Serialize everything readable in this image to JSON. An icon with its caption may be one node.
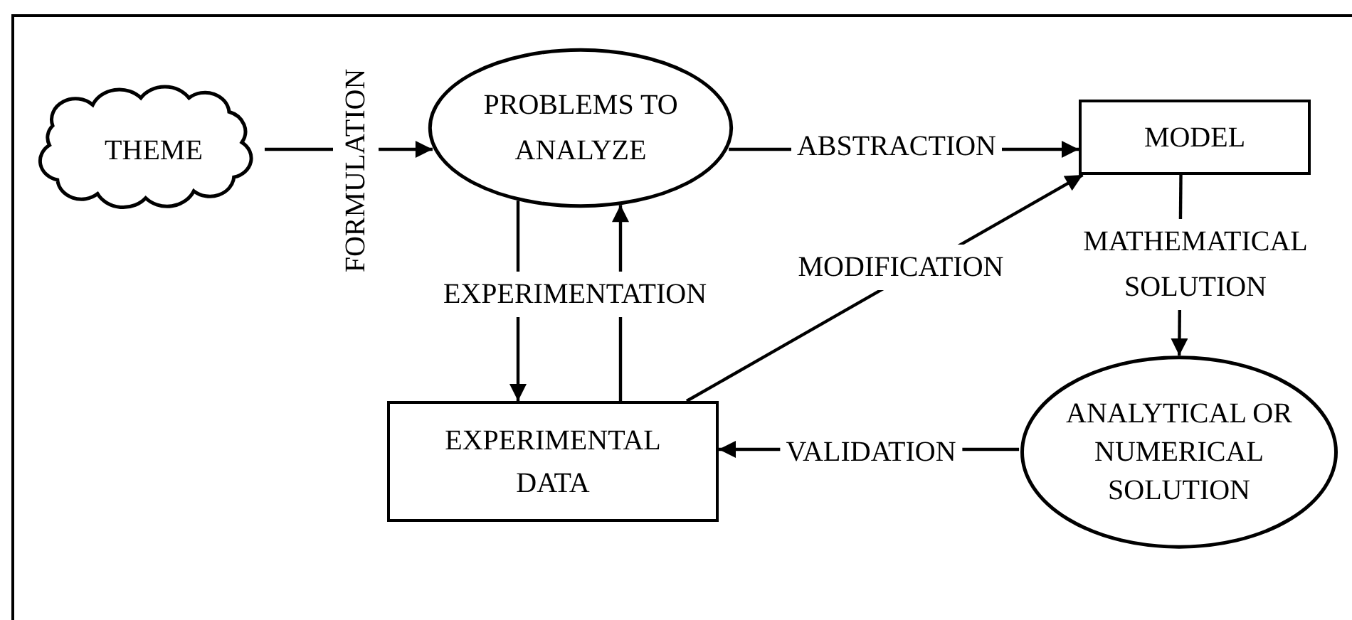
{
  "diagram": {
    "nodes": [
      {
        "text": [
          "THEME"
        ]
      },
      {
        "text": [
          "PROBLEMS TO ANALYZE"
        ]
      },
      {
        "text": [
          "MODEL"
        ]
      },
      {
        "text": [
          "EXPERIMENTAL DATA"
        ]
      },
      {
        "text": [
          "ANALYTICAL OR NUMERICAL SOLUTION"
        ]
      }
    ],
    "edges": [
      {
        "from": 0,
        "to": 1,
        "arrow": "to",
        "label": "FORMULATION"
      },
      {
        "from": 1,
        "to": 2,
        "arrow": "to",
        "label": "ABSTRACTION"
      },
      {
        "from": 2,
        "to": 4,
        "arrow": "to",
        "label": "MATHEMATICAL SOLUTION"
      },
      {
        "from": 4,
        "to": 3,
        "arrow": "to",
        "label": "VALIDATION"
      },
      {
        "from": 3,
        "to": 2,
        "arrow": "to",
        "label": "MODIFICATION"
      },
      {
        "from": 1,
        "to": 3,
        "arrow": "to",
        "label": "EXPERIMENTATION"
      },
      {
        "from": 3,
        "to": 1,
        "arrow": "to"
      }
    ]
  }
}
